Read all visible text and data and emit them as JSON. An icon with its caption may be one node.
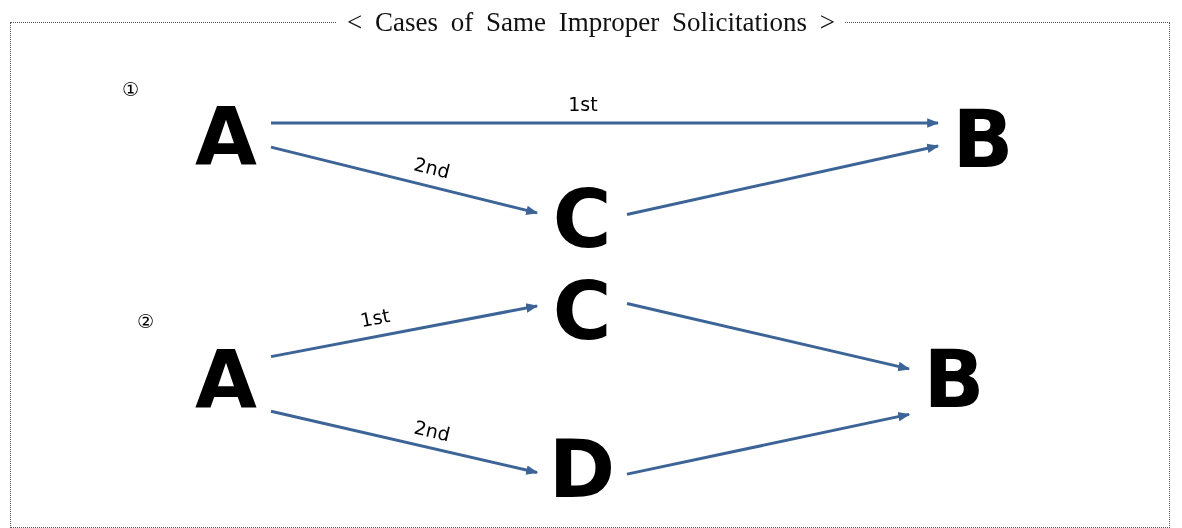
{
  "diagram": {
    "title": "< Cases of Same Improper Solicitations >",
    "nodes": [
      {
        "text": [
          "A"
        ]
      },
      {
        "text": [
          "B"
        ]
      },
      {
        "text": [
          "C"
        ]
      },
      {
        "text": [
          "C"
        ]
      },
      {
        "text": [
          "A"
        ]
      },
      {
        "text": [
          "B"
        ]
      },
      {
        "text": [
          "D"
        ]
      }
    ],
    "edges": [
      {
        "from": 0,
        "to": 1,
        "arrow": "to",
        "label": "1st"
      },
      {
        "from": 0,
        "to": 2,
        "arrow": "to",
        "label": "2nd"
      },
      {
        "from": 2,
        "to": 1,
        "arrow": "to"
      },
      {
        "from": 4,
        "to": 3,
        "arrow": "to",
        "label": "1st"
      },
      {
        "from": 4,
        "to": 6,
        "arrow": "to",
        "label": "2nd"
      },
      {
        "from": 3,
        "to": 5,
        "arrow": "to"
      },
      {
        "from": 6,
        "to": 5,
        "arrow": "to"
      }
    ],
    "labels": [
      "①",
      "②"
    ]
  }
}
